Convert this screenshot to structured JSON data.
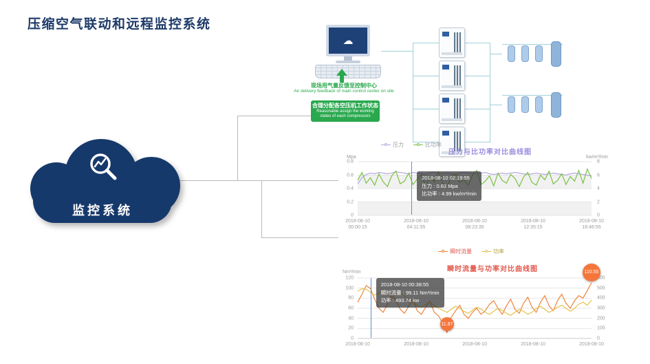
{
  "page_title": "压缩空气联动和远程监控系统",
  "cloud": {
    "label": "监控系统",
    "color": "#16396b",
    "icon": "magnifier-pulse-icon"
  },
  "diagram": {
    "feedback_cn": "现场用气量反馈至控制中心",
    "feedback_en": "Air delivery feedback of main control center on site",
    "assign_cn": "合理分配各空压机工作状态",
    "assign_en": "Reasonable assign the working states of each compressors",
    "compressor_count": 4
  },
  "chart_data": [
    {
      "type": "line",
      "title": "压力与比功率对比曲线图",
      "title_color": "#9b8ce0",
      "split_area": true,
      "legend": [
        {
          "label": "压力",
          "color": "#b3a6e0"
        },
        {
          "label": "比功率",
          "color": "#7ac143"
        }
      ],
      "left_axis_label": "Mpa",
      "right_axis_label": "kw/m³/min",
      "left_ticks": [
        "0",
        "0.2",
        "0.4",
        "0.6",
        "0.8"
      ],
      "right_ticks": [
        "0",
        "2",
        "4",
        "6",
        "8"
      ],
      "left_lim": [
        0,
        0.8
      ],
      "right_lim": [
        0,
        8
      ],
      "x_labels": [
        [
          "2018-08-10",
          "00:00:15"
        ],
        [
          "2018-08-10",
          "04:11:55"
        ],
        [
          "2018-08-10",
          "08:23:35"
        ],
        [
          "2018-08-10",
          "12:35:15"
        ],
        [
          "2018-08-10",
          "16:46:55"
        ]
      ],
      "series": [
        {
          "name": "压力",
          "axis": "left",
          "color": "#b3a6e0",
          "values": [
            0.47,
            0.56,
            0.61,
            0.63,
            0.62,
            0.64,
            0.63,
            0.62,
            0.63,
            0.65,
            0.64,
            0.63,
            0.62,
            0.64,
            0.63,
            0.62,
            0.61,
            0.63,
            0.64,
            0.63,
            0.62,
            0.63,
            0.62,
            0.61,
            0.63,
            0.64,
            0.63,
            0.62,
            0.62,
            0.63,
            0.64,
            0.62,
            0.61,
            0.62,
            0.63,
            0.62,
            0.63,
            0.64,
            0.63,
            0.62,
            0.61,
            0.62,
            0.63,
            0.62,
            0.61,
            0.62,
            0.63,
            0.62,
            0.61,
            0.6,
            0.62,
            0.63,
            0.62,
            0.61,
            0.6,
            0.59
          ]
        },
        {
          "name": "比功率",
          "axis": "right",
          "color": "#7ac143",
          "values": [
            5.2,
            6.4,
            4.8,
            5.6,
            4.5,
            6.2,
            5.0,
            4.3,
            5.9,
            6.6,
            4.7,
            5.1,
            6.3,
            4.6,
            5.4,
            6.1,
            4.4,
            5.8,
            5.0,
            6.5,
            4.8,
            4.2,
            5.6,
            6.2,
            4.9,
            5.3,
            4.5,
            6.0,
            6.7,
            4.6,
            5.1,
            5.9,
            4.4,
            6.3,
            5.2,
            4.8,
            6.1,
            5.5,
            4.3,
            5.7,
            6.4,
            4.9,
            4.5,
            6.0,
            5.3,
            6.6,
            4.7,
            5.2,
            6.2,
            4.6,
            5.8,
            5.1,
            6.7,
            4.8,
            6.9,
            5.5
          ]
        }
      ],
      "tooltip": {
        "x_frac": 0.23,
        "title": "2018-08-10 02:19:55",
        "rows": [
          "压力 : 0.63 Mpa",
          "比功率 : 4.99 kw/m³/min"
        ]
      }
    },
    {
      "type": "line",
      "title": "瞬时流量与功率对比曲线图",
      "title_color": "#e2574c",
      "split_area": false,
      "legend": [
        {
          "label": "瞬时流量",
          "color": "#f0833a",
          "text_color": "#e2574c"
        },
        {
          "label": "功率",
          "color": "#e3c34c",
          "text_color": "#b7a23c"
        }
      ],
      "left_axis_label": "Nm³/min",
      "right_axis_label": "",
      "left_ticks": [
        "0",
        "20",
        "40",
        "60",
        "80",
        "100",
        "120"
      ],
      "right_ticks": [
        "0",
        "100",
        "200",
        "300",
        "400",
        "500",
        "600"
      ],
      "left_lim": [
        0,
        120
      ],
      "right_lim": [
        0,
        600
      ],
      "x_labels": [
        [
          "2018-08-10"
        ],
        [
          "2018-08-10"
        ],
        [
          "2018-08-10"
        ],
        [
          "2018-08-10"
        ],
        [
          "2018-08-10"
        ]
      ],
      "series": [
        {
          "name": "瞬时流量",
          "axis": "left",
          "color": "#f0833a",
          "values": [
            72,
            88,
            105,
            99.11,
            78,
            60,
            52,
            68,
            84,
            76,
            58,
            50,
            64,
            78,
            55,
            48,
            62,
            74,
            52,
            45,
            30,
            11.87,
            42,
            55,
            66,
            48,
            40,
            52,
            60,
            48,
            55,
            68,
            75,
            60,
            48,
            65,
            78,
            58,
            50,
            70,
            82,
            62,
            52,
            72,
            85,
            65,
            55,
            75,
            88,
            70,
            60,
            75,
            85,
            80,
            95,
            110.55
          ]
        },
        {
          "name": "功率",
          "axis": "right",
          "color": "#e3c34c",
          "values": [
            470,
            493.74,
            488,
            460,
            430,
            450,
            475,
            440,
            410,
            430,
            455,
            420,
            390,
            360,
            330,
            310,
            340,
            360,
            330,
            300,
            280,
            260,
            290,
            320,
            300,
            270,
            250,
            280,
            310,
            290,
            260,
            240,
            270,
            300,
            280,
            250,
            230,
            260,
            290,
            270,
            240,
            260,
            300,
            320,
            290,
            260,
            280,
            310,
            330,
            300,
            270,
            300,
            340,
            360,
            330,
            380
          ]
        }
      ],
      "tooltip": {
        "x_frac": 0.055,
        "title": "2018-08-10 00:38:55",
        "rows": [
          "瞬时流量 : 99.11 Nm³/min",
          "功率 : 493.74 kw"
        ]
      },
      "markers": [
        {
          "label": "110.55",
          "x_frac": 1.0,
          "value": 110.55,
          "r": 13
        },
        {
          "label": "11.87",
          "x_frac": 0.382,
          "value": 11.87,
          "r": 10
        }
      ]
    }
  ]
}
